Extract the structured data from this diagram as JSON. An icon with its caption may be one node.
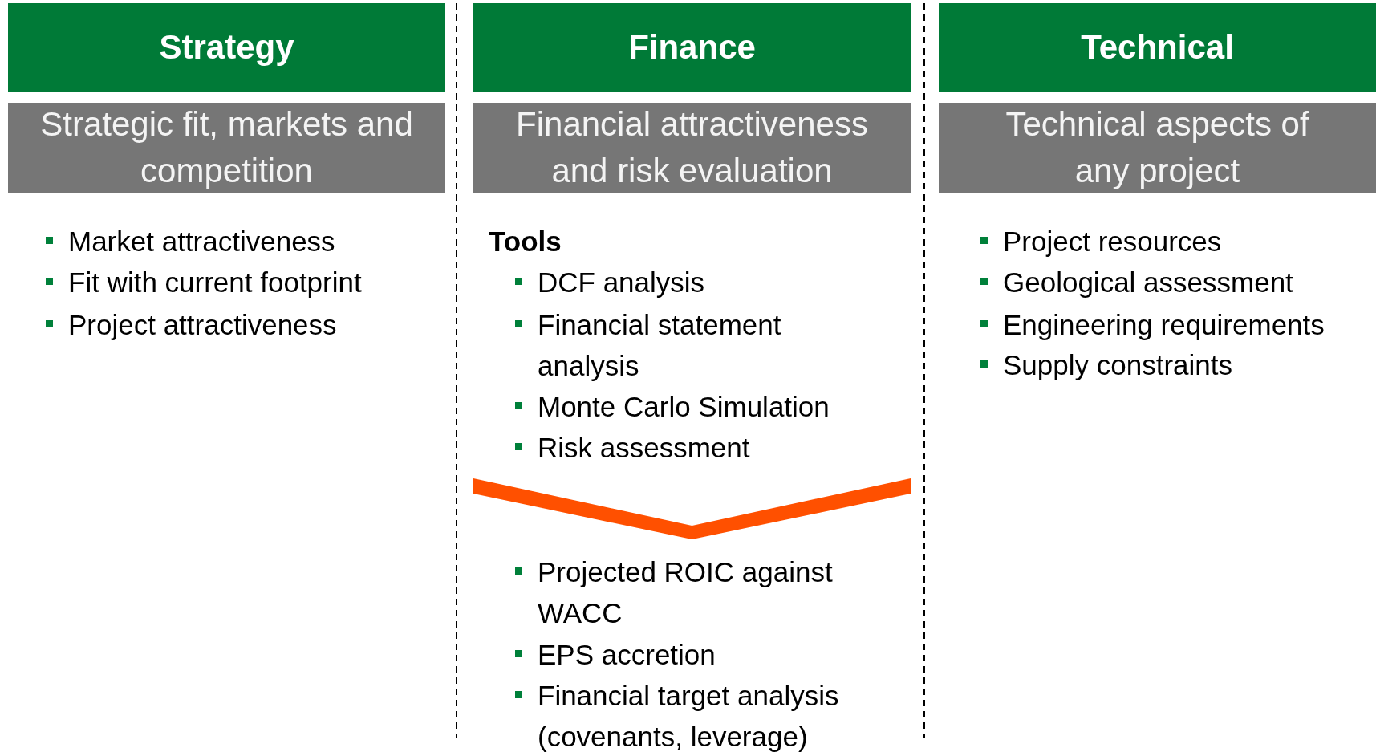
{
  "diagram": {
    "nodes": [
      {
        "text": [
          "Strategy"
        ]
      },
      {
        "text": [
          "Strategic fit, markets and competition"
        ]
      },
      {
        "text": [
          "Finance"
        ]
      },
      {
        "text": [
          "Financial attractiveness and risk evaluation"
        ]
      },
      {
        "text": [
          "Technical"
        ]
      },
      {
        "text": [
          "Technical aspects of any project"
        ]
      },
      {
        "text": [],
        "shape": "chevron"
      }
    ],
    "edges": [],
    "labels": [
      "Market attractiveness",
      "Fit with current footprint",
      "Project attractiveness",
      "Tools",
      "DCF analysis",
      "Financial statement analysis",
      "Monte Carlo Simulation",
      "Risk assessment",
      "Projected ROIC against WACC",
      "EPS accretion",
      "Financial target analysis (covenants, leverage)",
      "Project resources",
      "Geological assessment",
      "Engineering requirements",
      "Supply constraints"
    ]
  }
}
